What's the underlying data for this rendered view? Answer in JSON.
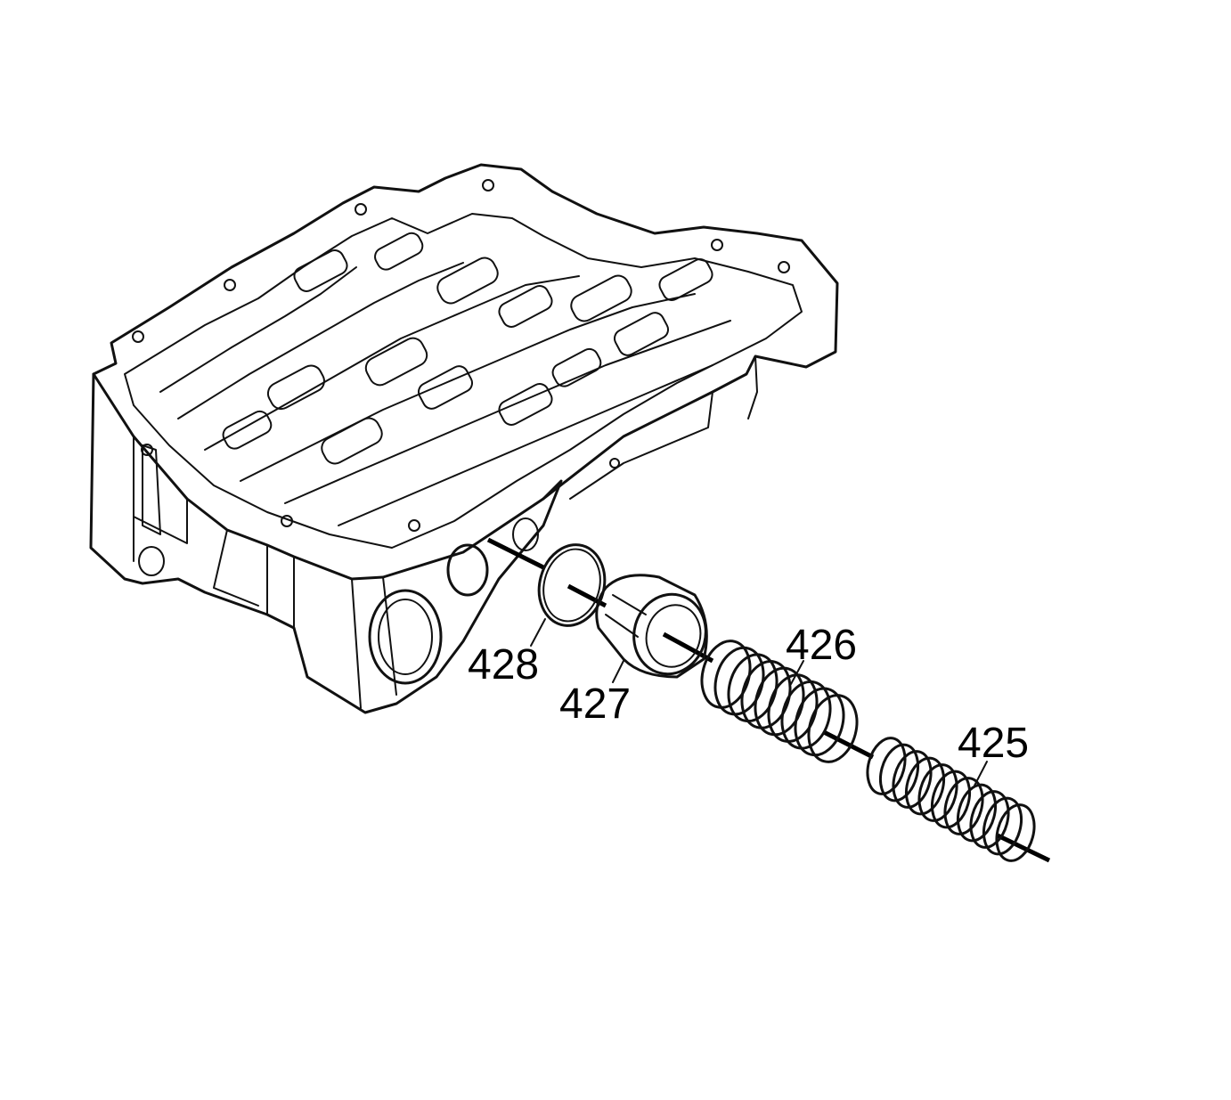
{
  "figure": {
    "callouts": [
      {
        "id": "c428",
        "label": "428"
      },
      {
        "id": "c427",
        "label": "427"
      },
      {
        "id": "c426",
        "label": "426"
      },
      {
        "id": "c425",
        "label": "425"
      }
    ]
  }
}
